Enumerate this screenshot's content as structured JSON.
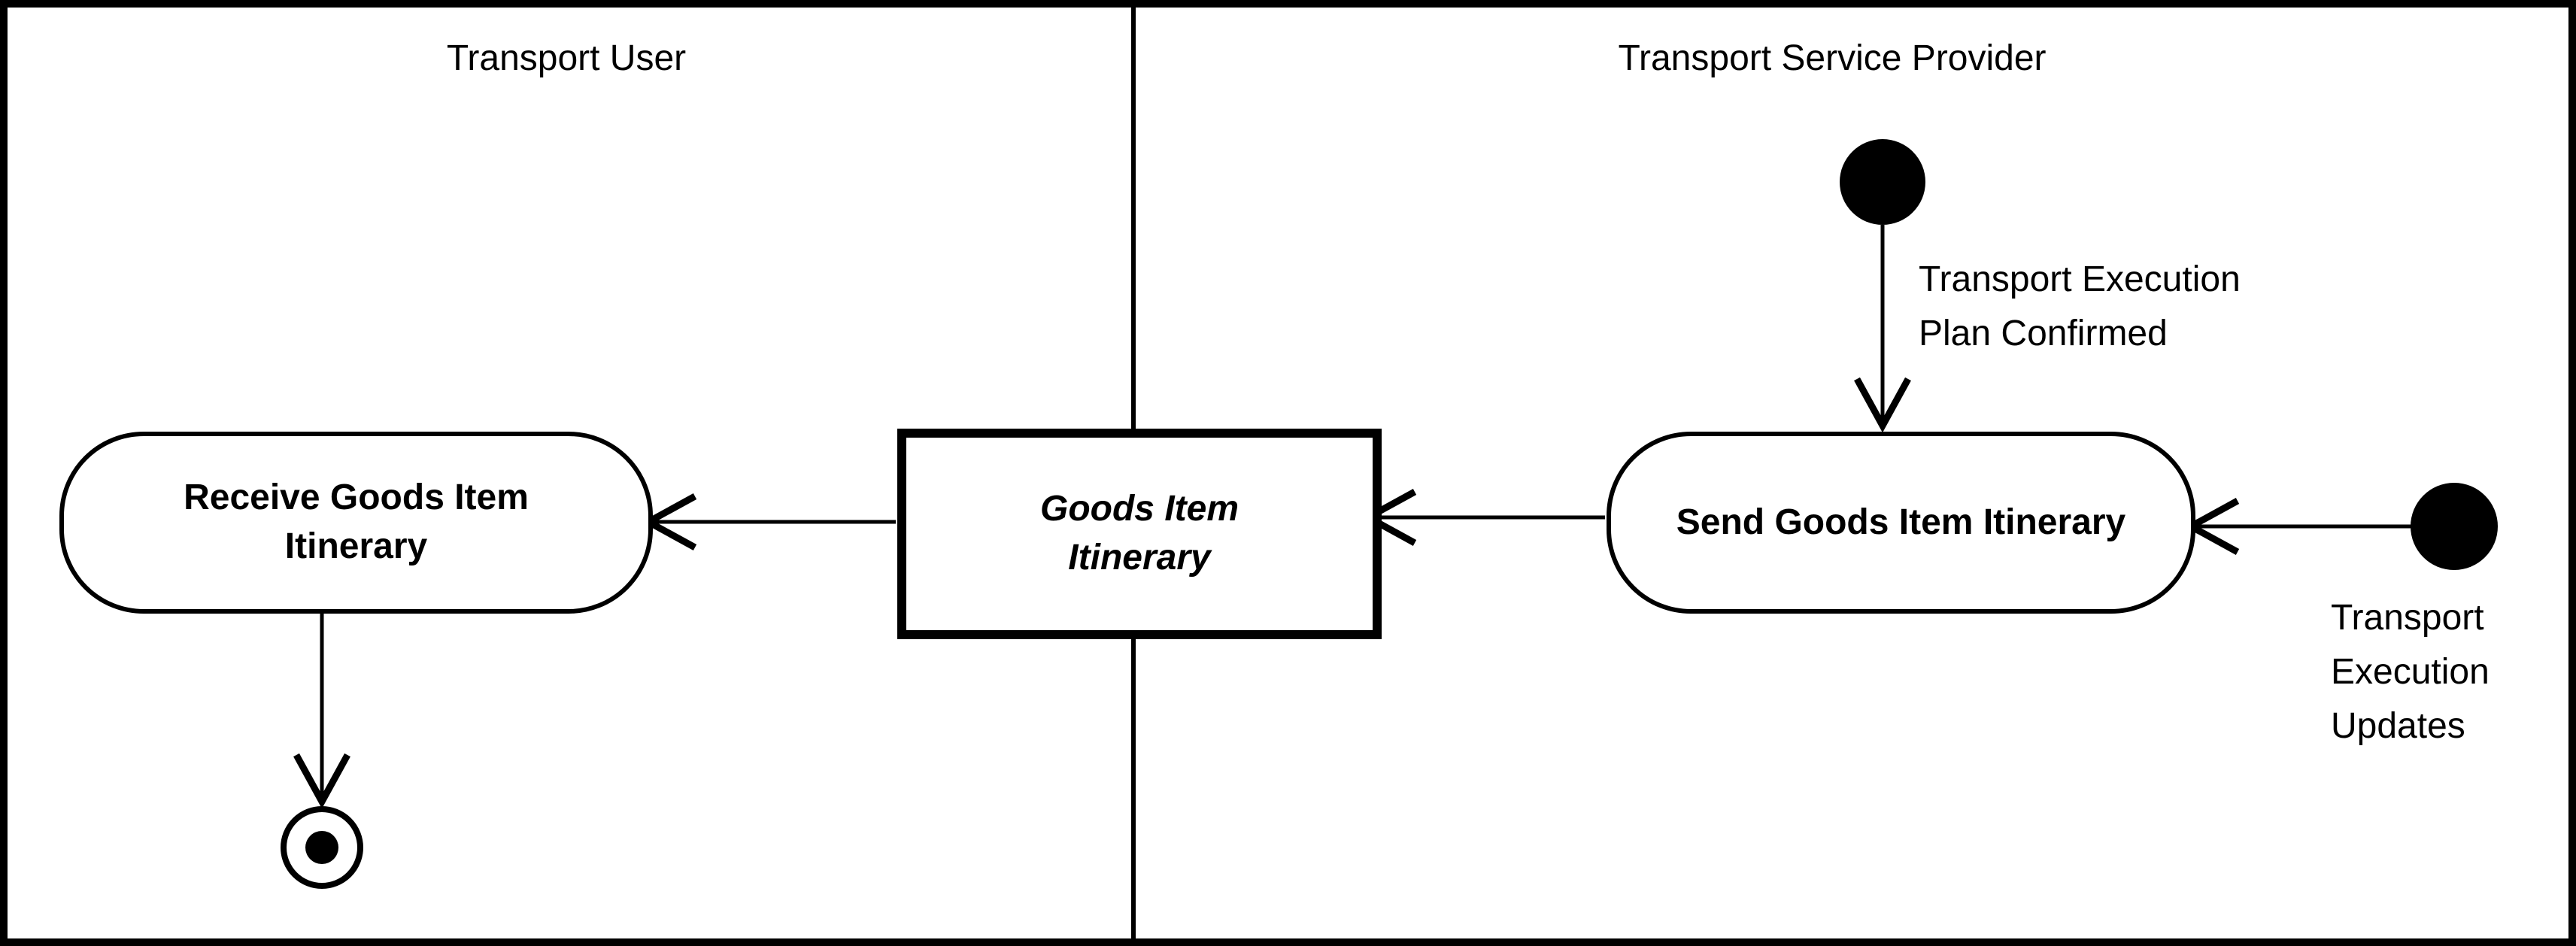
{
  "lanes": {
    "left": {
      "label": "Transport User"
    },
    "right": {
      "label": "Transport Service Provider"
    }
  },
  "nodes": {
    "receive_activity": {
      "label": "Receive Goods Item\nItinerary"
    },
    "object_node": {
      "label": "Goods Item\nItinerary"
    },
    "send_activity": {
      "label": "Send Goods Item Itinerary"
    }
  },
  "edge_labels": {
    "plan_confirmed": "Transport Execution\nPlan Confirmed",
    "execution_updates": "Transport\nExecution\nUpdates"
  },
  "colors": {
    "line": "#000000",
    "background": "#ffffff"
  }
}
